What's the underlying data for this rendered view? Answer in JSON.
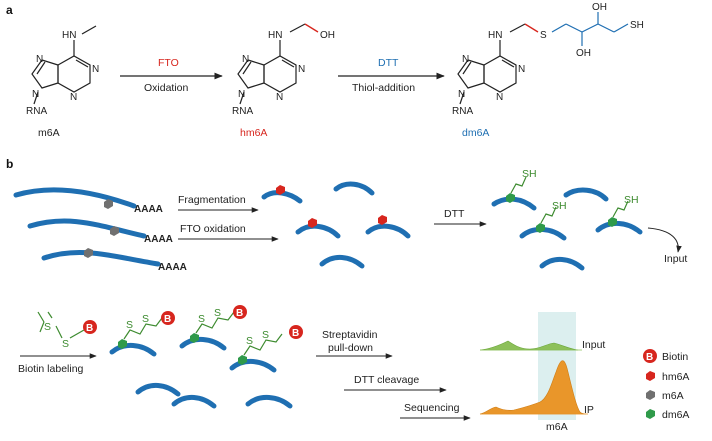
{
  "panel_a": {
    "letter": "a",
    "reagent_1": "FTO",
    "step_1": "Oxidation",
    "reagent_2": "DTT",
    "step_2": "Thiol-addition",
    "mol_1_name": "m6A",
    "mol_2_name": "hm6A",
    "mol_3_name": "dm6A",
    "atoms": {
      "HN": "HN",
      "N": "N",
      "RNA": "RNA",
      "OH": "OH",
      "S": "S",
      "SH": "SH"
    },
    "colors": {
      "fto": "#d7261e",
      "hm6a": "#d7261e",
      "dtt": "#1f6fb2",
      "dm6a": "#1f6fb2"
    }
  },
  "panel_b": {
    "letter": "b",
    "polyA": "AAAA",
    "step_fragmentation": "Fragmentation",
    "step_fto_oxidation": "FTO oxidation",
    "step_dtt": "DTT",
    "label_sh": "SH",
    "output_input": "Input",
    "biotin_letter": "B",
    "sulfur": "S",
    "step_biotin_labeling": "Biotin labeling",
    "step_streptavidin_1": "Streptavidin",
    "step_streptavidin_2": "pull-down",
    "step_dtt_cleavage": "DTT cleavage",
    "step_sequencing": "Sequencing",
    "track_input": "Input",
    "track_ip": "IP",
    "track_site": "m6A",
    "colors": {
      "rna": "#1f6fb2",
      "input_track": "#8dc05a",
      "ip_track": "#e9962a",
      "highlight": "#dcefef"
    }
  },
  "legend": {
    "items": [
      {
        "label": "Biotin",
        "color": "#d7261e"
      },
      {
        "label": "hm6A",
        "color": "#d7261e"
      },
      {
        "label": "m6A",
        "color": "#707070"
      },
      {
        "label": "dm6A",
        "color": "#2f9a4a"
      }
    ]
  }
}
